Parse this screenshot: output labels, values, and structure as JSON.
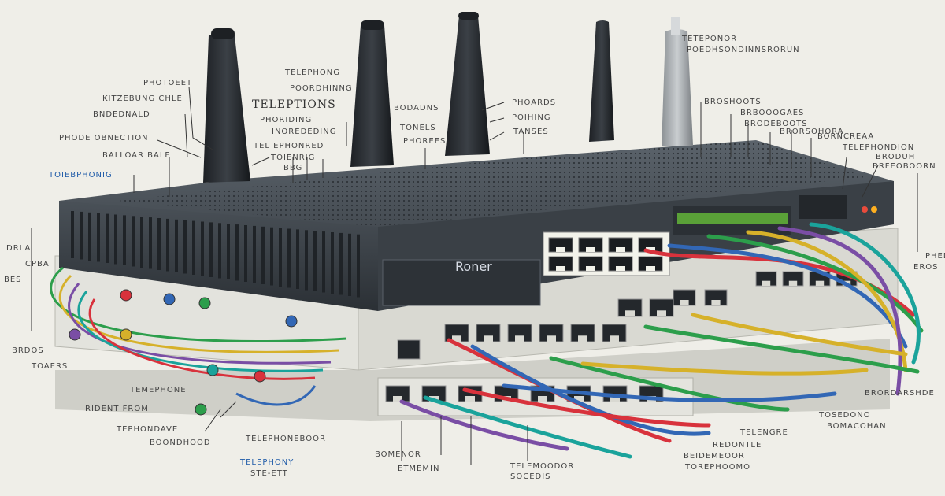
{
  "brand": "Roner",
  "callouts_left": [
    "PHOTOEET",
    "KITZEBUNG CHLE",
    "BNDEDNALD",
    "PHODE OBNECTION",
    "BALLOAR BALE",
    "TOIEBPHONIG"
  ],
  "callouts_center": [
    "TELEPHONG",
    "POORDHINNG",
    "TELEPTIONS",
    "PHORIDING",
    "INOREDEDING",
    "TEL EPHONRED",
    "TOIENRIG",
    "BBG"
  ],
  "callouts_mid_right": [
    "BODADNS",
    "PHOARDS",
    "TONELS",
    "POIHING",
    "PHOREES",
    "TANSES"
  ],
  "callouts_right": [
    "TETEPONOR",
    "POEDHSONDINNSRORUN",
    "BROSHOOTS",
    "BRBOOOGAES",
    "BRODEBOOTS",
    "BRORSOHORA",
    "BORNCREAA",
    "TELEPHONDION",
    "BRODUH",
    "BRFEOBOORN"
  ],
  "callouts_far_right": [
    "PHEDI",
    "EROS"
  ],
  "callouts_bottom": [
    "TEMEPHONE",
    "RIDENT FROM",
    "TEPHONDAVE",
    "BOONDHOOD",
    "TELEPHONEBOOR",
    "TELEPHONY",
    "STE-ETT",
    "BOMENOR",
    "ETMEMIN",
    "TELEMOODOR",
    "SOCEDIS",
    "TELENGRE",
    "REDONTLE",
    "BEIDEMEOOR",
    "TOREPHOOMO",
    "TOSEDONO",
    "BOMACOHAN",
    "BRORDARSHDE"
  ],
  "callouts_tiny": [
    "DRLA",
    "CPBA",
    "BES",
    "BRDOS",
    "TOAERS"
  ],
  "colors": {
    "router_body": "#3d434a",
    "router_top": "#50575f",
    "switch_body": "#dcdcd6",
    "background": "#efeee8",
    "cable_red": "#d8323c",
    "cable_blue": "#3267b5",
    "cable_green": "#2c9e4b",
    "cable_yellow": "#d6b12a",
    "cable_purple": "#7a4ea5",
    "cable_teal": "#1aa39b"
  }
}
